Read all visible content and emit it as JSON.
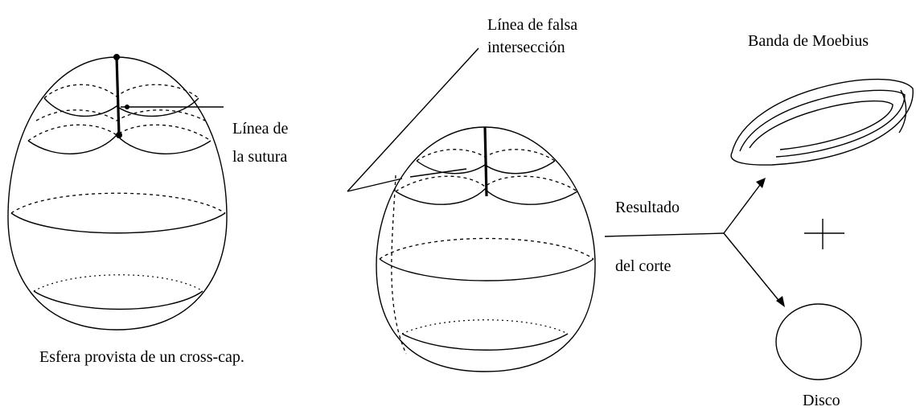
{
  "labels": {
    "linea_sutura_1": "Línea de",
    "linea_sutura_2": "la sutura",
    "falsa_1": "Línea de falsa",
    "falsa_2": "intersección",
    "moebius": "Banda de Moebius",
    "resultado_1": "Resultado",
    "resultado_2": "del corte",
    "esfera_caption": "Esfera provista de un cross-cap.",
    "disco": "Disco"
  },
  "colors": {
    "ink": "#000000",
    "background": "#ffffff"
  }
}
